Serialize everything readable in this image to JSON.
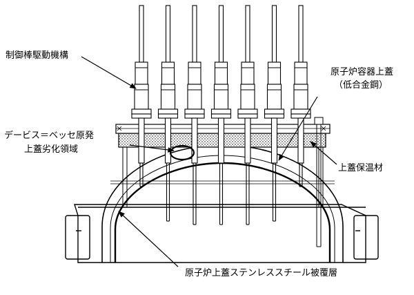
{
  "labels": {
    "control_rod_drive": "制御棒駆動機構",
    "vessel_head_line1": "原子炉容器上蓋",
    "vessel_head_line2": "（低合金鋼）",
    "degradation_line1": "デービス＝ベッセ原発",
    "degradation_line2": "上蓋劣化領域",
    "insulation": "上蓋保温材",
    "cladding": "原子炉上蓋ステンレススチール被覆層"
  },
  "mechanism_count": 7
}
